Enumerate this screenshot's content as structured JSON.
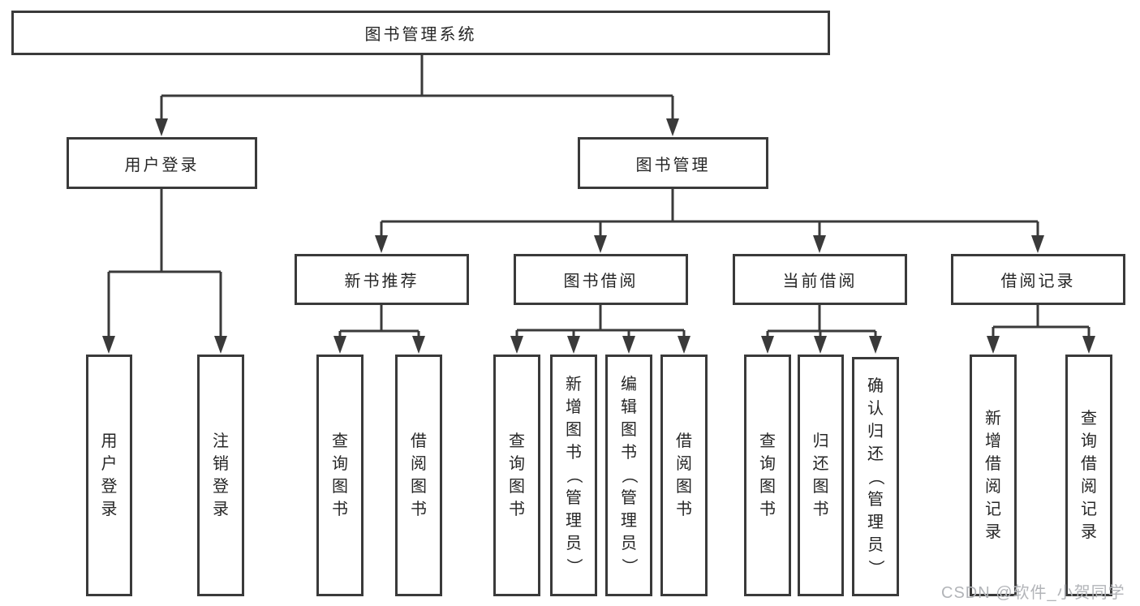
{
  "diagram": {
    "tree": {
      "label": "图书管理系统",
      "children": [
        {
          "label": "用户登录",
          "children": [
            {
              "label": "用户登录"
            },
            {
              "label": "注销登录"
            }
          ]
        },
        {
          "label": "图书管理",
          "children": [
            {
              "label": "新书推荐",
              "children": [
                {
                  "label": "查询图书"
                },
                {
                  "label": "借阅图书"
                }
              ]
            },
            {
              "label": "图书借阅",
              "children": [
                {
                  "label": "查询图书"
                },
                {
                  "label": "新增图书（管理员）"
                },
                {
                  "label": "编辑图书（管理员）"
                },
                {
                  "label": "借阅图书"
                }
              ]
            },
            {
              "label": "当前借阅",
              "children": [
                {
                  "label": "查询图书"
                },
                {
                  "label": "归还图书"
                },
                {
                  "label": "确认归还（管理员）"
                }
              ]
            },
            {
              "label": "借阅记录",
              "children": [
                {
                  "label": "新增借阅记录"
                },
                {
                  "label": "查询借阅记录"
                }
              ]
            }
          ]
        }
      ]
    },
    "colors": {
      "line": "#3a3a3a",
      "box_border": "#3a3a3a",
      "text": "#262626",
      "background": "#ffffff",
      "watermark": "#b2b4b8"
    }
  },
  "watermark": {
    "text": "CSDN @软件_小贺同学"
  }
}
